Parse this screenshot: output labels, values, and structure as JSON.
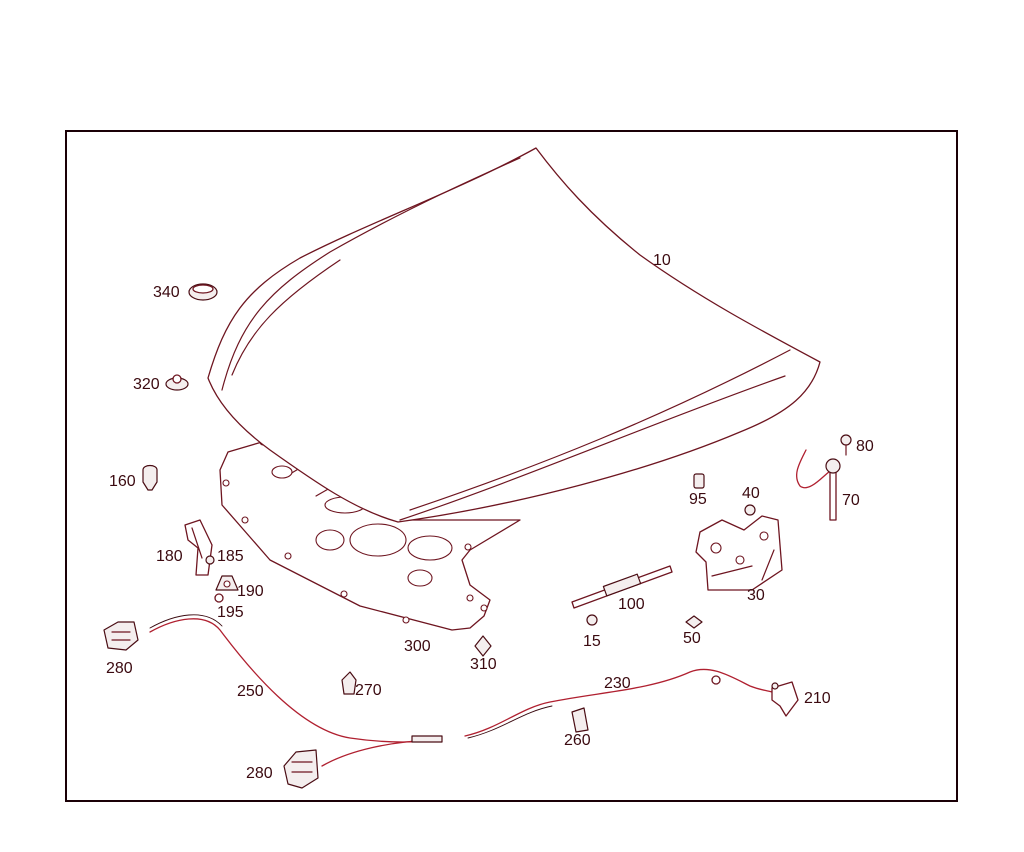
{
  "title": "",
  "colors": {
    "line": "#6e1520",
    "cable": "#b02030",
    "frame": "#1a0006",
    "text": "#3b0a10"
  },
  "callouts": [
    {
      "id": "10",
      "text": "10"
    },
    {
      "id": "15",
      "text": "15"
    },
    {
      "id": "30",
      "text": "30"
    },
    {
      "id": "40",
      "text": "40"
    },
    {
      "id": "50",
      "text": "50"
    },
    {
      "id": "70",
      "text": "70"
    },
    {
      "id": "80",
      "text": "80"
    },
    {
      "id": "95",
      "text": "95"
    },
    {
      "id": "100",
      "text": "100"
    },
    {
      "id": "160",
      "text": "160"
    },
    {
      "id": "180",
      "text": "180"
    },
    {
      "id": "185",
      "text": "185"
    },
    {
      "id": "190",
      "text": "190"
    },
    {
      "id": "195",
      "text": "195"
    },
    {
      "id": "210",
      "text": "210"
    },
    {
      "id": "230",
      "text": "230"
    },
    {
      "id": "250",
      "text": "250"
    },
    {
      "id": "260",
      "text": "260"
    },
    {
      "id": "270",
      "text": "270"
    },
    {
      "id": "280a",
      "text": "280"
    },
    {
      "id": "280b",
      "text": "280"
    },
    {
      "id": "300",
      "text": "300"
    },
    {
      "id": "310",
      "text": "310"
    },
    {
      "id": "320",
      "text": "320"
    },
    {
      "id": "340",
      "text": "340"
    }
  ]
}
